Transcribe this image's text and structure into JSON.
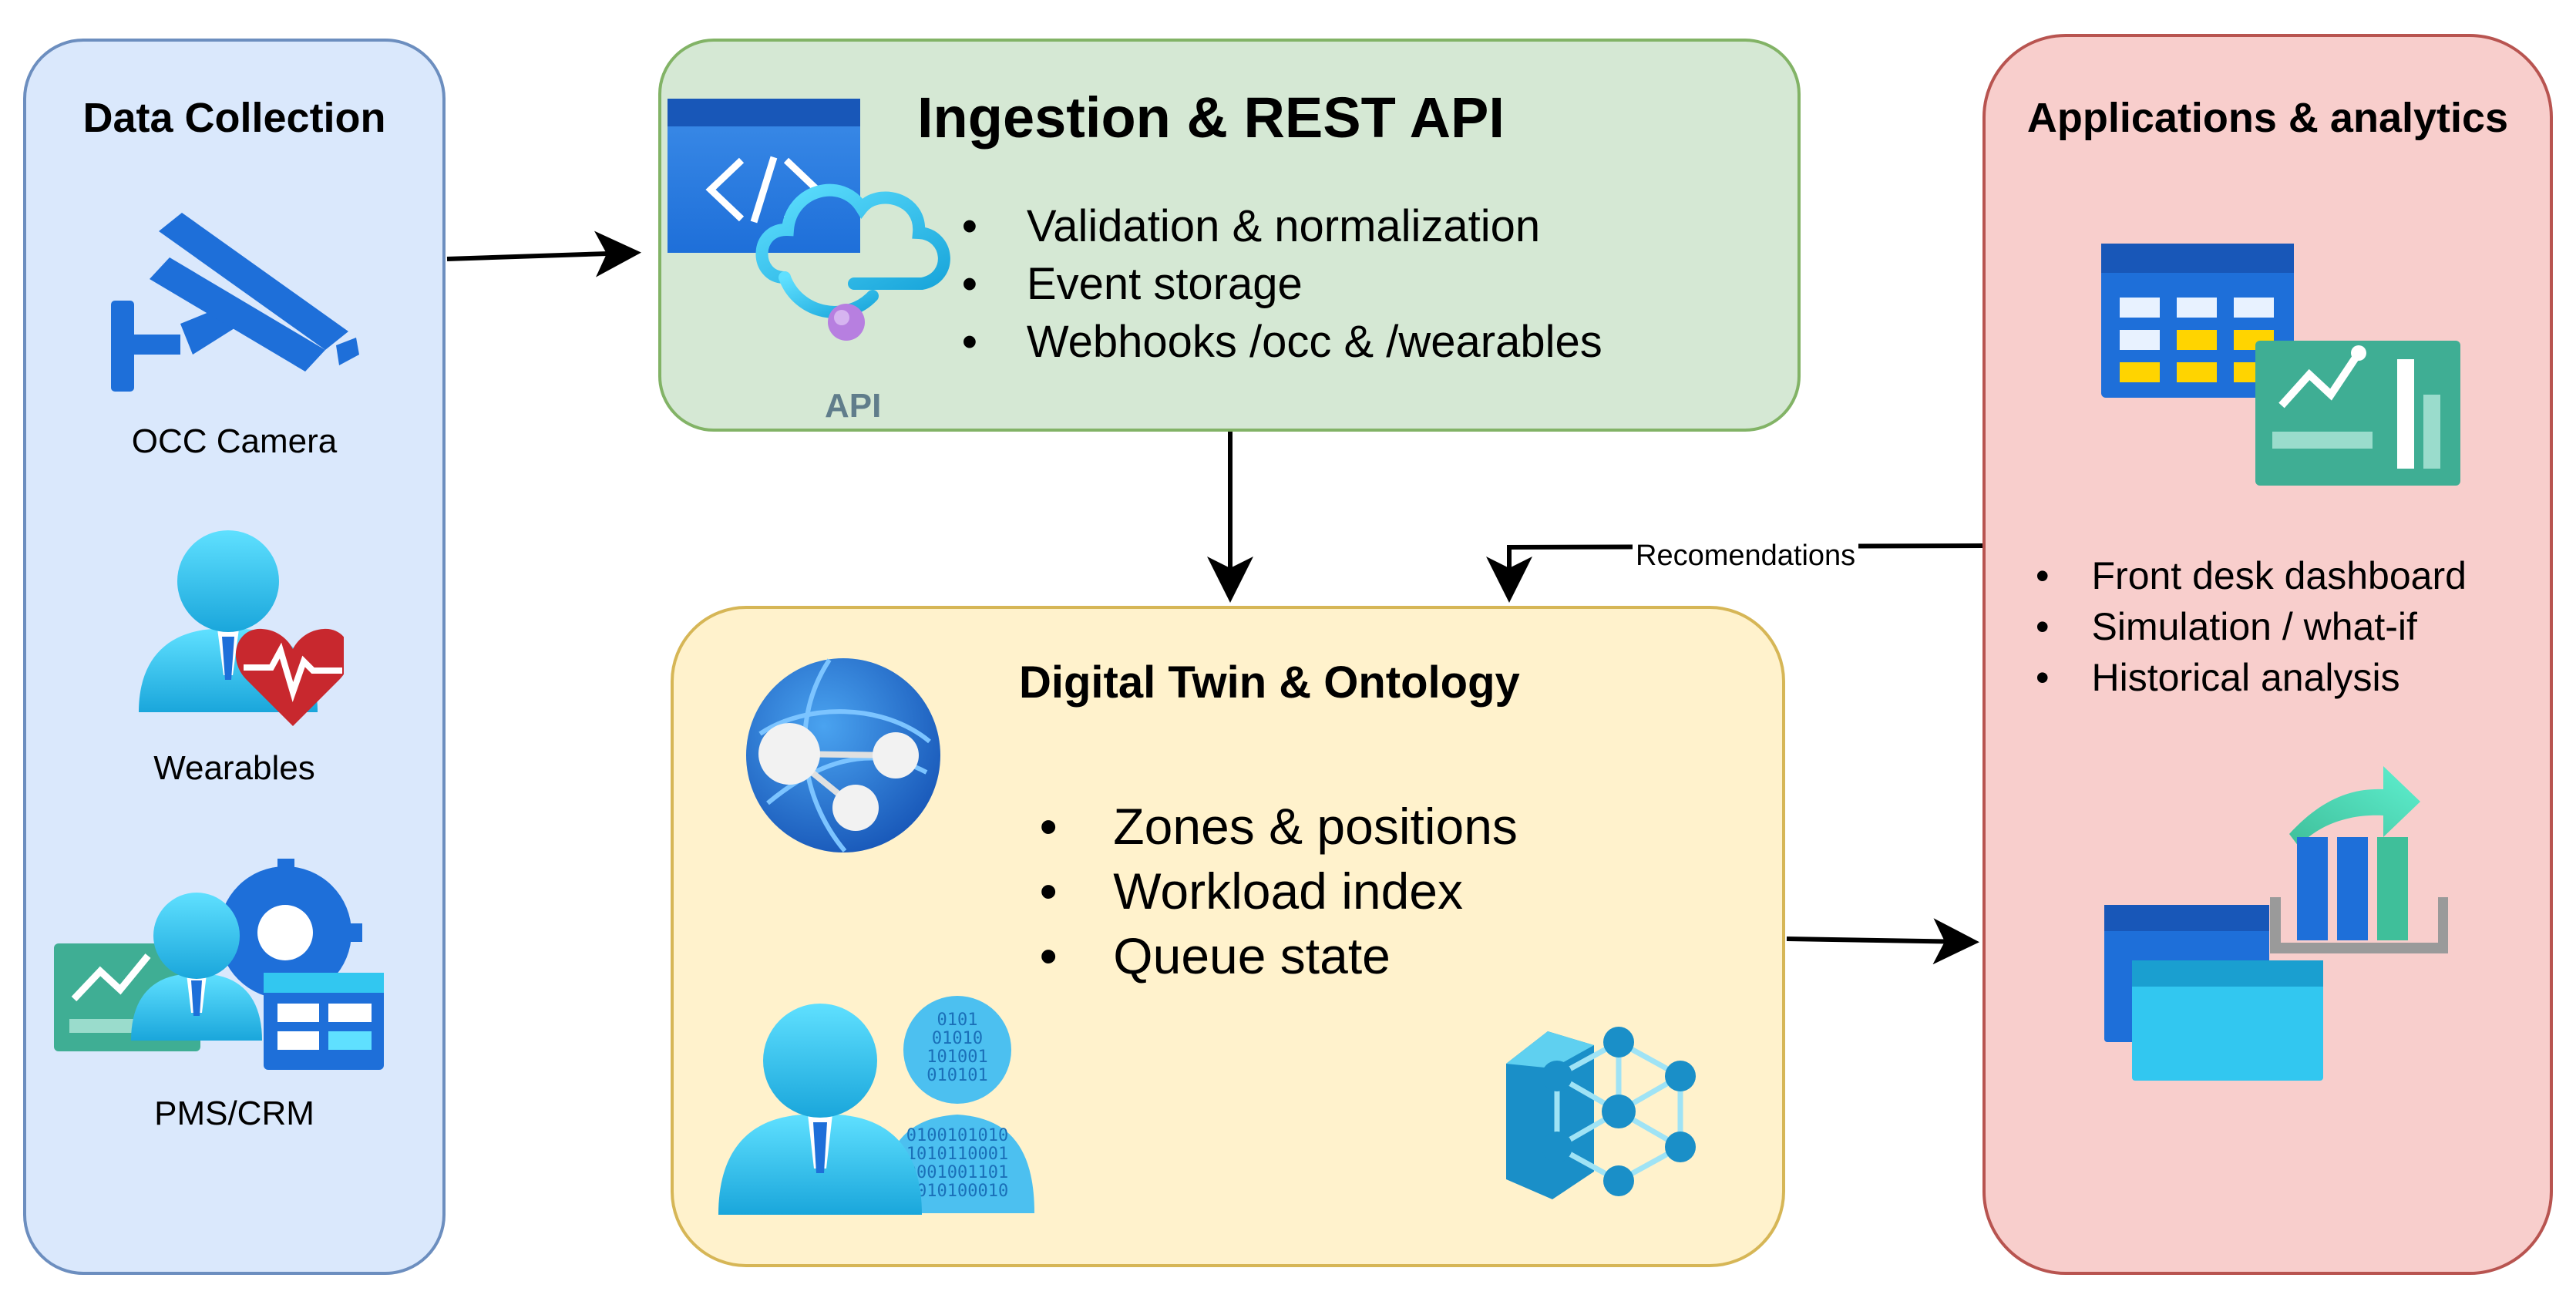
{
  "collection": {
    "title": "Data Collection",
    "sources": [
      {
        "label": "OCC Camera",
        "icon": "security-camera-icon"
      },
      {
        "label": "Wearables",
        "icon": "user-heart-rate-icon"
      },
      {
        "label": "PMS/CRM",
        "icon": "user-settings-dashboard-icon"
      }
    ]
  },
  "ingestion": {
    "title": "Ingestion & REST API",
    "icon_caption": "API",
    "icon": "api-management-icon",
    "bullets": [
      "Validation & normalization",
      "Event storage",
      "Webhooks /occ & /wearables"
    ]
  },
  "twin": {
    "title": "Digital Twin & Ontology",
    "icons": [
      "digital-twins-network-icon",
      "user-data-icon",
      "ontology-cube-icon"
    ],
    "bullets": [
      "Zones & positions",
      "Workload index",
      "Queue state"
    ]
  },
  "apps": {
    "title": "Applications & analytics",
    "icons": [
      "dashboard-table-chart-icon",
      "analytics-windows-icon"
    ],
    "bullets": [
      "Front desk dashboard",
      "Simulation / what-if",
      "Historical analysis"
    ]
  },
  "edges": {
    "recommendations_label": "Recomendations"
  },
  "colors": {
    "collection_fill": "#dae8fc",
    "collection_stroke": "#6c8ebf",
    "ingestion_fill": "#d5e8d4",
    "ingestion_stroke": "#82b366",
    "twin_fill": "#fff2cc",
    "twin_stroke": "#d6b656",
    "apps_fill": "#f8cecc",
    "apps_stroke": "#b85450",
    "icon_blue": "#1e6fd9",
    "icon_cyan": "#32c7f0"
  }
}
